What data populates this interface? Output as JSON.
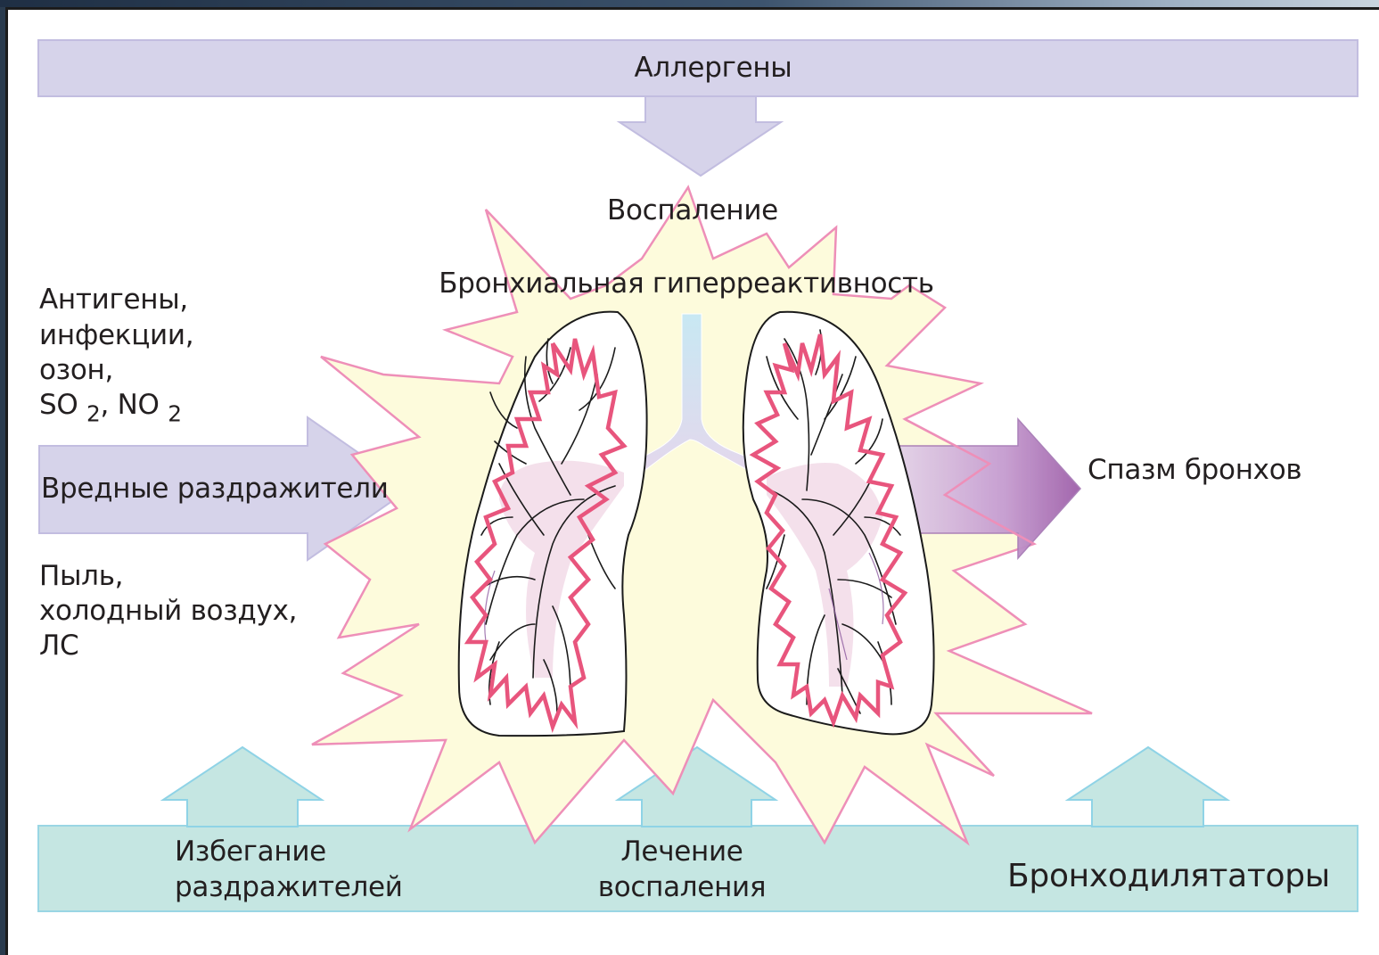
{
  "top_band": {
    "label": "Аллергены"
  },
  "center": {
    "inflammation": "Воспаление",
    "hyperreactivity": "Бронхиальная гиперреактивность"
  },
  "left": {
    "triggers_lines": [
      "Антигены,",
      "инфекции,",
      "озон,"
    ],
    "gases": {
      "so": "SO",
      "so_sub": "2",
      "sep": ", NO",
      "no_sub": "2"
    },
    "arrow_label": "Вредные раздражители",
    "dust_lines": [
      "Пыль,",
      "холодный воздух,",
      "ЛС"
    ]
  },
  "right": {
    "arrow_label": "Спазм бронхов"
  },
  "bottom": {
    "avoid_lines": [
      "Избегание",
      "раздражителей"
    ],
    "treat_lines": [
      "Лечение",
      "воспаления"
    ],
    "bronchodilators": "Бронходилятаторы"
  },
  "colors": {
    "lavender": "#d6d3ea",
    "lavender_edge": "#b8b3d9",
    "teal": "#c5e6e2",
    "teal_edge": "#8fd3e6",
    "burst_fill": "#fdfbdc",
    "burst_edge": "#ee8fb8",
    "inflamed": "#e8557d",
    "trachea": "#cdeaf4",
    "purple": "#a77bb6",
    "text": "#231f20"
  },
  "icons": [
    "lung-left-icon",
    "lung-right-icon",
    "trachea-icon"
  ]
}
